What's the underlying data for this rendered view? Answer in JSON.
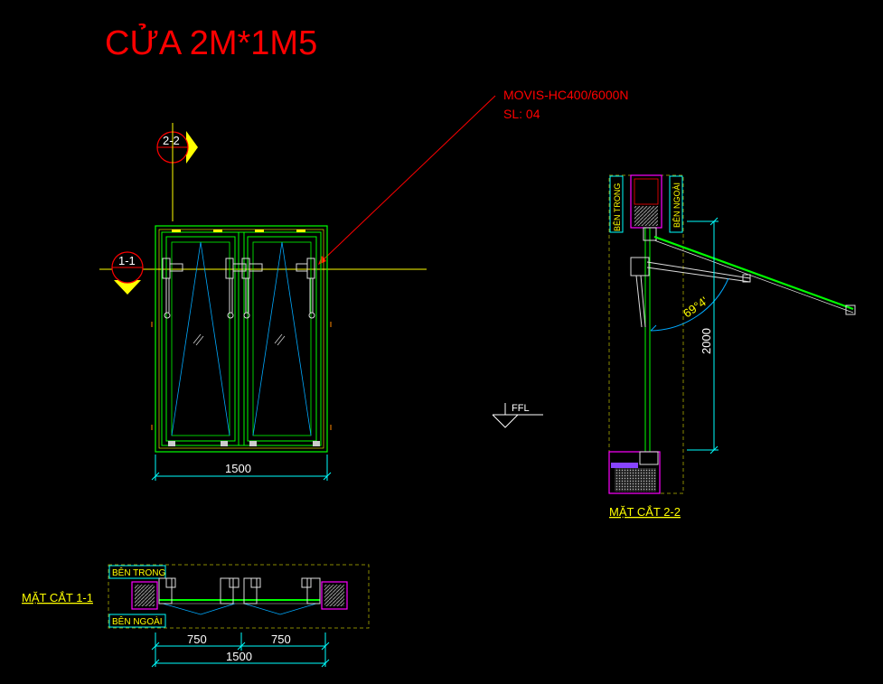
{
  "title": "CỬA 2M*1M5",
  "callout": {
    "model": "MOVIS-HC400/6000N",
    "quantity": "SL: 04"
  },
  "section_marks": {
    "mark_1": "1-1",
    "mark_2": "2-2"
  },
  "elevation": {
    "width_dim": "1500"
  },
  "ffl_label": "FFL",
  "section_2_2": {
    "caption": "MẶT CẮT 2-2",
    "inside_label": "BÊN TRONG",
    "outside_label": "BÊN NGOÀI",
    "angle": "69°4'",
    "height_dim": "2000"
  },
  "section_1_1": {
    "caption": "MẶT CẮT 1-1",
    "inside_label": "BÊN TRONG",
    "outside_label": "BÊN NGOÀI",
    "left_dim": "750",
    "right_dim": "750",
    "total_dim": "1500"
  },
  "colors": {
    "background": "#000000",
    "frame": "#00ff00",
    "title": "#ff0000",
    "dimension": "#00ffff",
    "label": "#ffff00",
    "section_line": "#ffff00",
    "wall": "#ff00ff"
  }
}
